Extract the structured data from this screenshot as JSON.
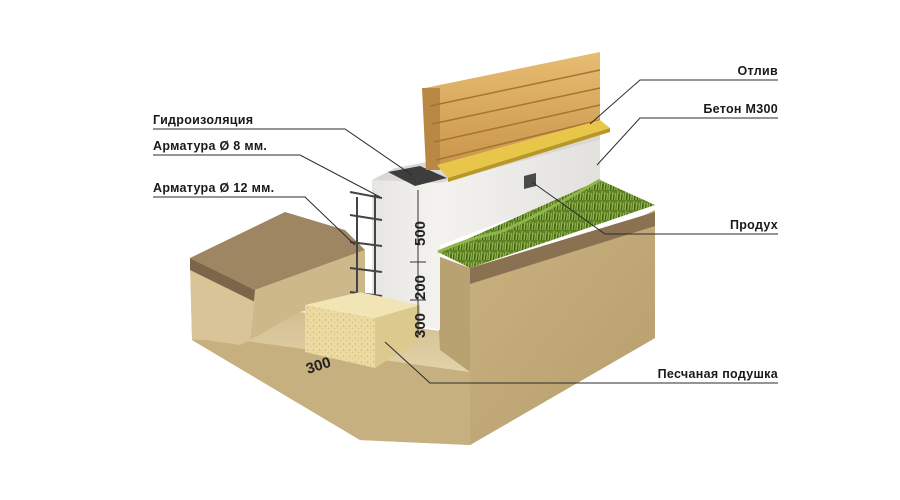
{
  "labels": {
    "otliv": "Отлив",
    "beton": "Бетон М300",
    "produkh": "Продух",
    "peschanaya": "Песчаная подушка",
    "gidro": "Гидроизоляция",
    "armatura8": "Арматура Ø 8 мм.",
    "armatura12": "Арматура Ø 12 мм."
  },
  "dimensions": {
    "wall_height": "500",
    "depth_200": "200",
    "depth_300": "300",
    "cushion_width": "300"
  },
  "colors": {
    "soil": "#d8c59a",
    "soil_dark": "#c3ad7e",
    "topsoil": "#9a8160",
    "concrete": "#ecebe8",
    "wood": "#d8aa5c",
    "grass": "#6a8a2a",
    "sand": "#eadba4",
    "drip": "#e8c64a"
  }
}
